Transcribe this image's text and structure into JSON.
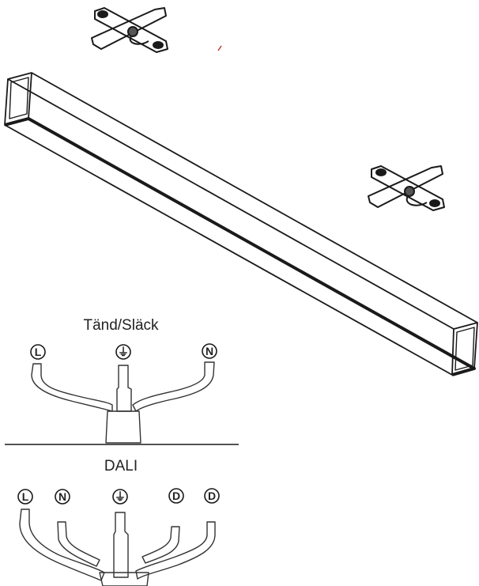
{
  "sections": {
    "switch": {
      "title": "Tänd/Släck",
      "terminals": [
        "L",
        "⏚",
        "N"
      ]
    },
    "dali": {
      "title": "DALI",
      "terminals": [
        "L",
        "N",
        "⏚",
        "D",
        "D"
      ]
    }
  },
  "colors": {
    "line": "#1a1a1a",
    "accent": "#c0392b"
  },
  "icons": [
    "mounting-bracket-icon",
    "ground-symbol-icon"
  ]
}
